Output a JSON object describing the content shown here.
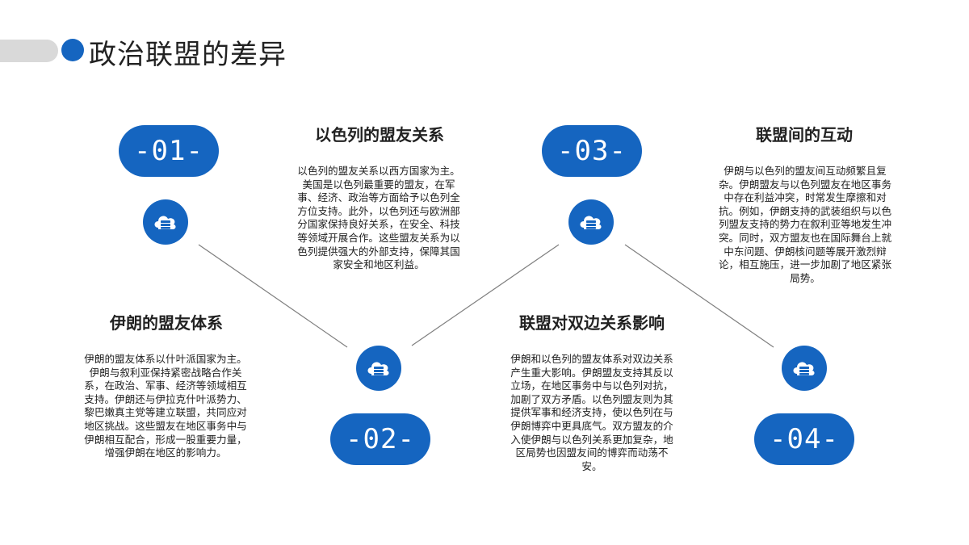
{
  "page": {
    "title": "政治联盟的差异"
  },
  "colors": {
    "accent": "#1565c0",
    "title_bar": "#d9d9d9",
    "connector": "#7f7f7f",
    "text": "#222222"
  },
  "steps": [
    {
      "number": "-01-",
      "icon": "cloud-server-icon",
      "heading": "伊朗的盟友体系",
      "body": "伊朗的盟友体系以什叶派国家为主。伊朗与叙利亚保持紧密战略合作关系，在政治、军事、经济等领域相互支持。伊朗还与伊拉克什叶派势力、黎巴嫩真主党等建立联盟，共同应对地区挑战。这些盟友在地区事务中与伊朗相互配合，形成一股重要力量，增强伊朗在地区的影响力。"
    },
    {
      "number": "-02-",
      "icon": "cloud-server-icon",
      "heading": "以色列的盟友关系",
      "body": "以色列的盟友关系以西方国家为主。美国是以色列最重要的盟友，在军事、经济、政治等方面给予以色列全方位支持。此外，以色列还与欧洲部分国家保持良好关系，在安全、科技等领域开展合作。这些盟友关系为以色列提供强大的外部支持，保障其国家安全和地区利益。"
    },
    {
      "number": "-03-",
      "icon": "cloud-server-icon",
      "heading": "联盟对双边关系影响",
      "body": "伊朗和以色列的盟友体系对双边关系产生重大影响。伊朗盟友支持其反以立场，在地区事务中与以色列对抗，加剧了双方矛盾。以色列盟友则为其提供军事和经济支持，使以色列在与伊朗博弈中更具底气。双方盟友的介入使伊朗与以色列关系更加复杂，地区局势也因盟友间的博弈而动荡不安。"
    },
    {
      "number": "-04-",
      "icon": "cloud-server-icon",
      "heading": "联盟间的互动",
      "body": "伊朗与以色列的盟友间互动频繁且复杂。伊朗盟友与以色列盟友在地区事务中存在利益冲突，时常发生摩擦和对抗。例如，伊朗支持的武装组织与以色列盟友支持的势力在叙利亚等地发生冲突。同时，双方盟友也在国际舞台上就中东问题、伊朗核问题等展开激烈辩论，相互施压，进一步加剧了地区紧张局势。"
    }
  ]
}
